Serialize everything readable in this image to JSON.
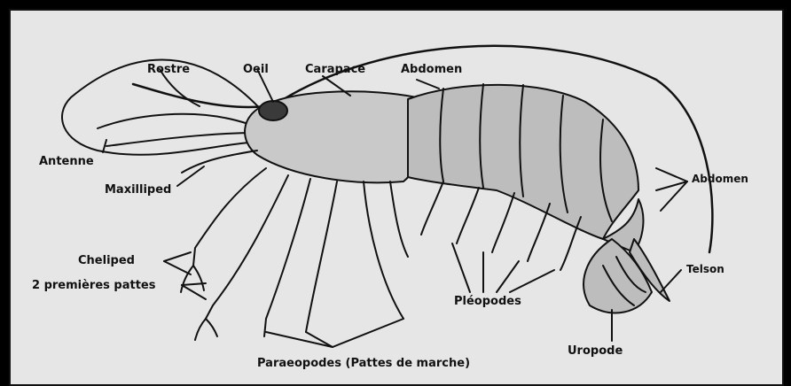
{
  "labels": {
    "rostre": "Rostre",
    "oeil": "Oeil",
    "carapace": "Carapace",
    "abdomen_top": "Abdomen",
    "antenne": "Antenne",
    "maxilliped": "Maxilliped",
    "abdomen_right": "Abdomen",
    "cheliped": "Cheliped",
    "premieres_pattes": "2 premières pattes",
    "pleopodes": "Pléopodes",
    "telson": "Telson",
    "uropode": "Uropode",
    "paraeopodes": "Paraeopodes (Pattes de marche)"
  },
  "colors": {
    "background": "#e6e6e6",
    "outline": "#111111",
    "body_fill": "#c9c9c9",
    "segment_fill": "#bdbdbd"
  }
}
